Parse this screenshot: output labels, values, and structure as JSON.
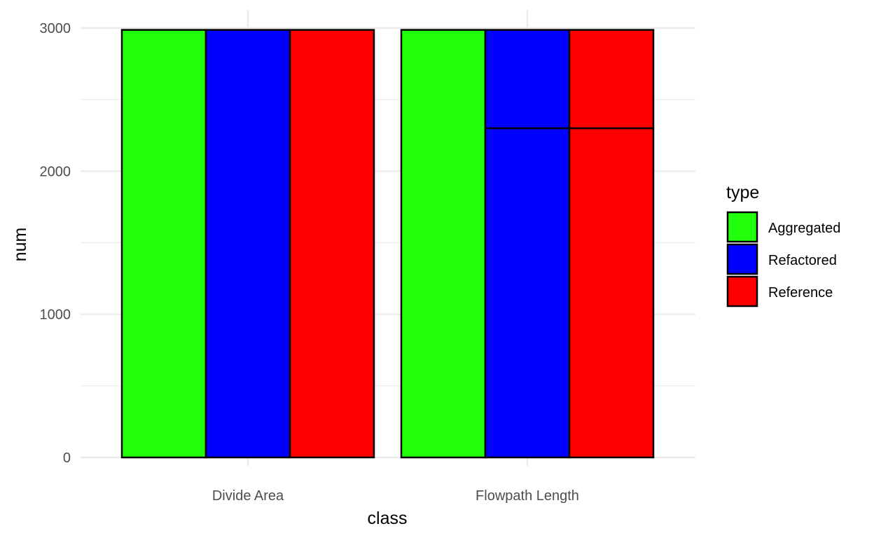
{
  "chart_data": {
    "type": "bar",
    "position": "dodge",
    "xlabel": "class",
    "ylabel": "num",
    "categories": [
      "Divide Area",
      "Flowpath Length"
    ],
    "ylim": [
      0,
      3000
    ],
    "yticks": [
      0,
      1000,
      2000,
      3000
    ],
    "grid": true,
    "legend": {
      "title": "type",
      "placement": "right"
    },
    "series": [
      {
        "name": "Aggregated",
        "color": "#21ff0c",
        "segments": [
          [
            2987
          ],
          [
            2987
          ]
        ]
      },
      {
        "name": "Refactored",
        "color": "#0000ff",
        "segments": [
          [
            2987
          ],
          [
            2300,
            687
          ]
        ]
      },
      {
        "name": "Reference",
        "color": "#ff0000",
        "segments": [
          [
            2987
          ],
          [
            2300,
            687
          ]
        ]
      }
    ]
  }
}
